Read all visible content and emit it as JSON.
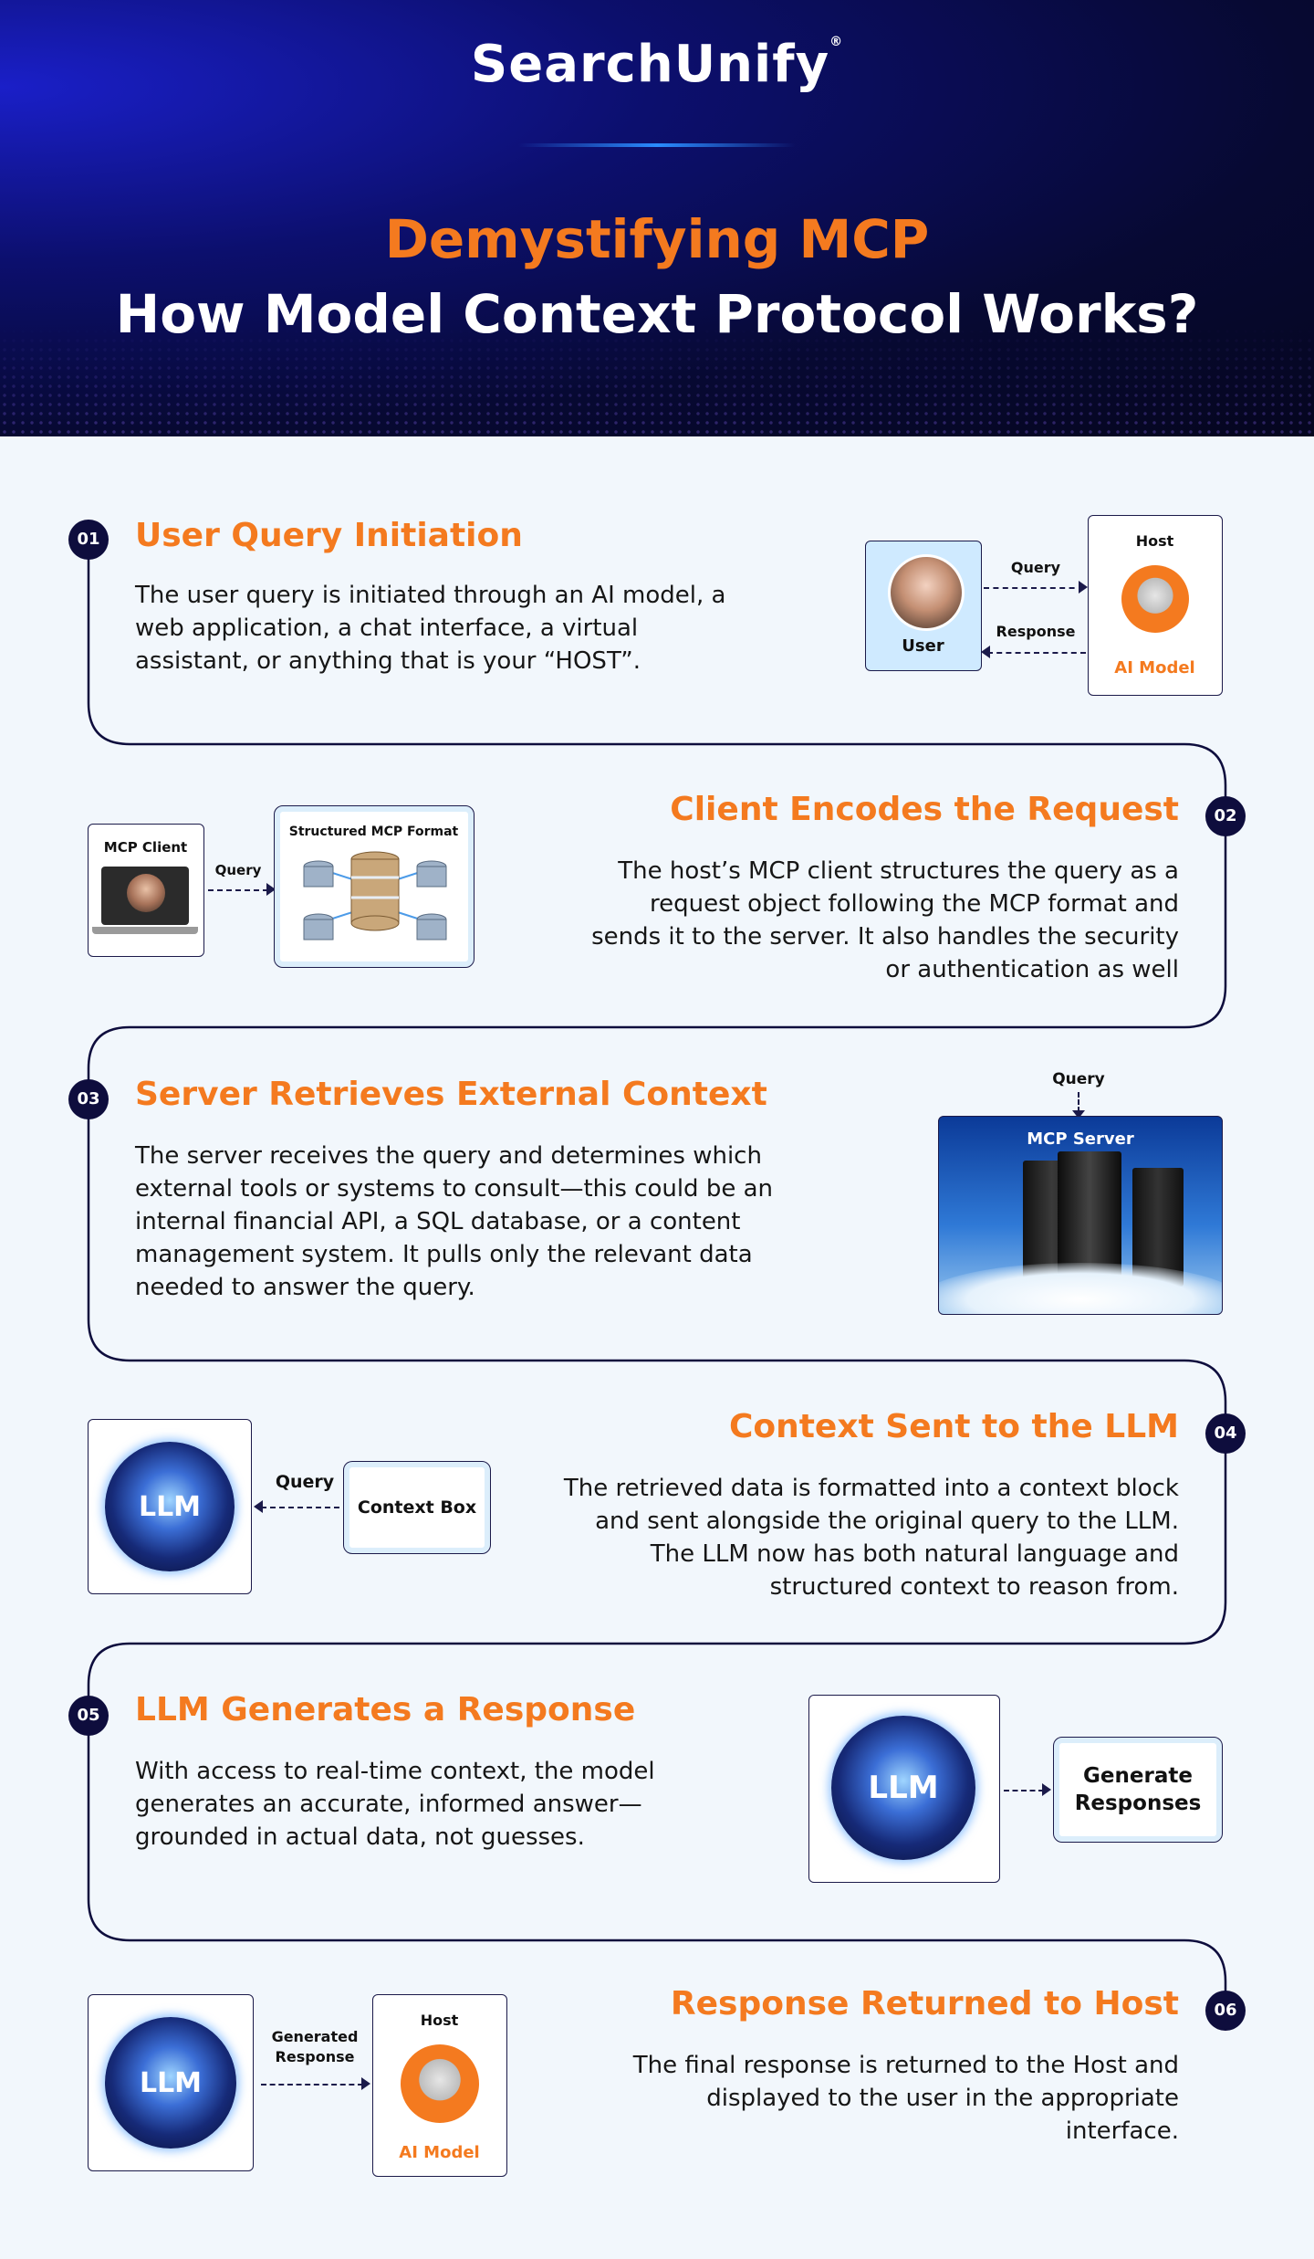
{
  "brand": {
    "logo": "SearchUnify",
    "registered": "®"
  },
  "titles": {
    "line1": "Demystifying MCP",
    "line2": "How Model Context Protocol Works?"
  },
  "steps": [
    {
      "num": "01",
      "title": "User Query Initiation",
      "text": "The user query is initiated through an AI model, a web application, a chat interface, a virtual assistant, or anything that is your “HOST”."
    },
    {
      "num": "02",
      "title": "Client Encodes the Request",
      "text": "The host’s MCP client structures the query as a request object following the MCP format and sends it to the server. It also handles the security or authentication as well"
    },
    {
      "num": "03",
      "title": "Server Retrieves External Context",
      "text": "The server receives the query and determines which external tools or systems to consult—this could be an internal financial API, a SQL database, or a content management system. It pulls only the relevant data needed to answer the query."
    },
    {
      "num": "04",
      "title": "Context Sent to the LLM",
      "text": "The retrieved data is formatted into a context block and sent alongside the original query to the LLM. The LLM now has both natural language and structured context to reason from."
    },
    {
      "num": "05",
      "title": "LLM Generates a Response",
      "text": "With access to real-time context, the model generates an accurate, informed answer—grounded in actual data, not guesses."
    },
    {
      "num": "06",
      "title": "Response Returned to Host",
      "text": "The final response is returned to the Host and displayed to the user in the appropriate interface."
    }
  ],
  "diagrams": {
    "d1": {
      "user_label": "User",
      "host_label": "Host",
      "model_label": "AI Model",
      "query": "Query",
      "response": "Response"
    },
    "d2": {
      "client_label": "MCP Client",
      "format_label": "Structured MCP Format",
      "query": "Query"
    },
    "d3": {
      "query": "Query",
      "server_label": "MCP Server"
    },
    "d4": {
      "llm": "LLM",
      "query": "Query",
      "context_box": "Context Box"
    },
    "d5": {
      "llm": "LLM",
      "generate": "Generate Responses"
    },
    "d6": {
      "llm": "LLM",
      "generated_response": "Generated Response",
      "host_label": "Host",
      "model_label": "AI Model"
    }
  },
  "colors": {
    "accent": "#f47a1f",
    "navy": "#0e0d3d"
  }
}
